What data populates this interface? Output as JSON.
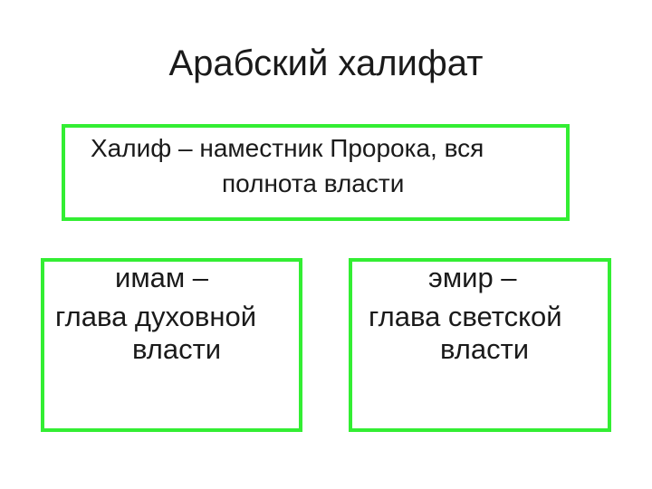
{
  "title": "Арабский халифат",
  "caliph_box": {
    "line1": "Халиф – наместник Пророка, вся",
    "line2": "полнота власти"
  },
  "imam_box": {
    "line1": "имам –",
    "line2": "глава духовной",
    "line3": "власти"
  },
  "emir_box": {
    "line1": "эмир –",
    "line2": "глава светской",
    "line3": "власти"
  },
  "colors": {
    "border": "#33ee33",
    "text": "#1a1a1a",
    "background": "#ffffff"
  }
}
